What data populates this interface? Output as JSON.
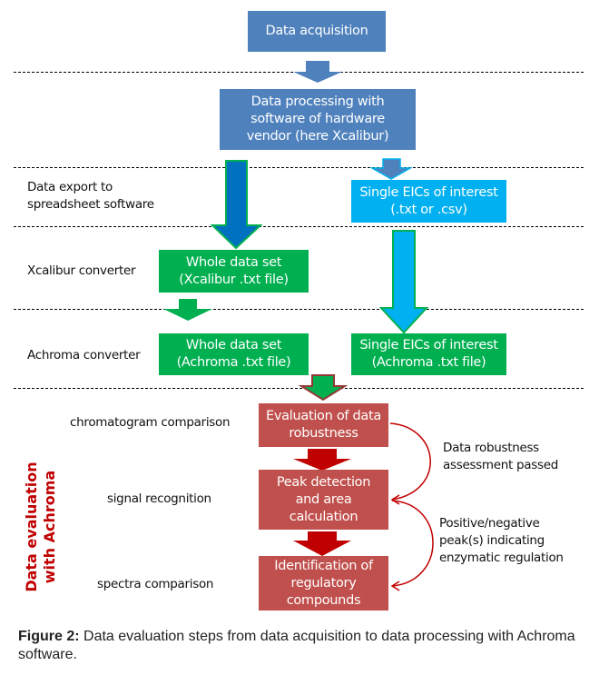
{
  "diagram": {
    "boxes": {
      "data_acquisition": "Data acquisition",
      "data_processing": [
        "Data processing with",
        "software of hardware",
        "vendor (here Xcalibur)"
      ],
      "single_eics_raw": [
        "Single EICs of interest",
        "(.txt or .csv)"
      ],
      "whole_xcalibur": [
        "Whole data set",
        "(Xcalibur .txt file)"
      ],
      "whole_achroma": [
        "Whole data set",
        "(Achroma .txt file)"
      ],
      "single_eics_achroma": [
        "Single EICs of interest",
        "(Achroma .txt file)"
      ],
      "evaluation": [
        "Evaluation of data",
        "robustness"
      ],
      "peak_detection": [
        "Peak detection",
        "and area",
        "calculation"
      ],
      "identification": [
        "Identification of",
        "regulatory",
        "compounds"
      ]
    },
    "row_labels": {
      "data_export": [
        "Data export to",
        "spreadsheet software"
      ],
      "xcalibur_converter": "Xcalibur converter",
      "achroma_converter": "Achroma converter",
      "chromatogram_comparison": "chromatogram comparison",
      "signal_recognition": "signal recognition",
      "spectra_comparison": "spectra comparison"
    },
    "feedback_labels": {
      "robustness_passed": [
        "Data robustness",
        "assessment passed"
      ],
      "positive_negative": [
        "Positive/negative",
        "peak(s) indicating",
        "enzymatic regulation"
      ]
    },
    "side_label": [
      "Data evaluation",
      "with Achroma"
    ],
    "colors": {
      "steel_blue": "#4f81bd",
      "cyan": "#00b0f0",
      "green": "#00b050",
      "red_box": "#c0504d",
      "dark_red": "#c00000",
      "dark_blue": "#0070c0",
      "arrow_outline_red": "#953735"
    }
  },
  "caption": {
    "prefix": "Figure 2:",
    "text": " Data evaluation steps from data acquisition to data processing with Achroma software."
  }
}
